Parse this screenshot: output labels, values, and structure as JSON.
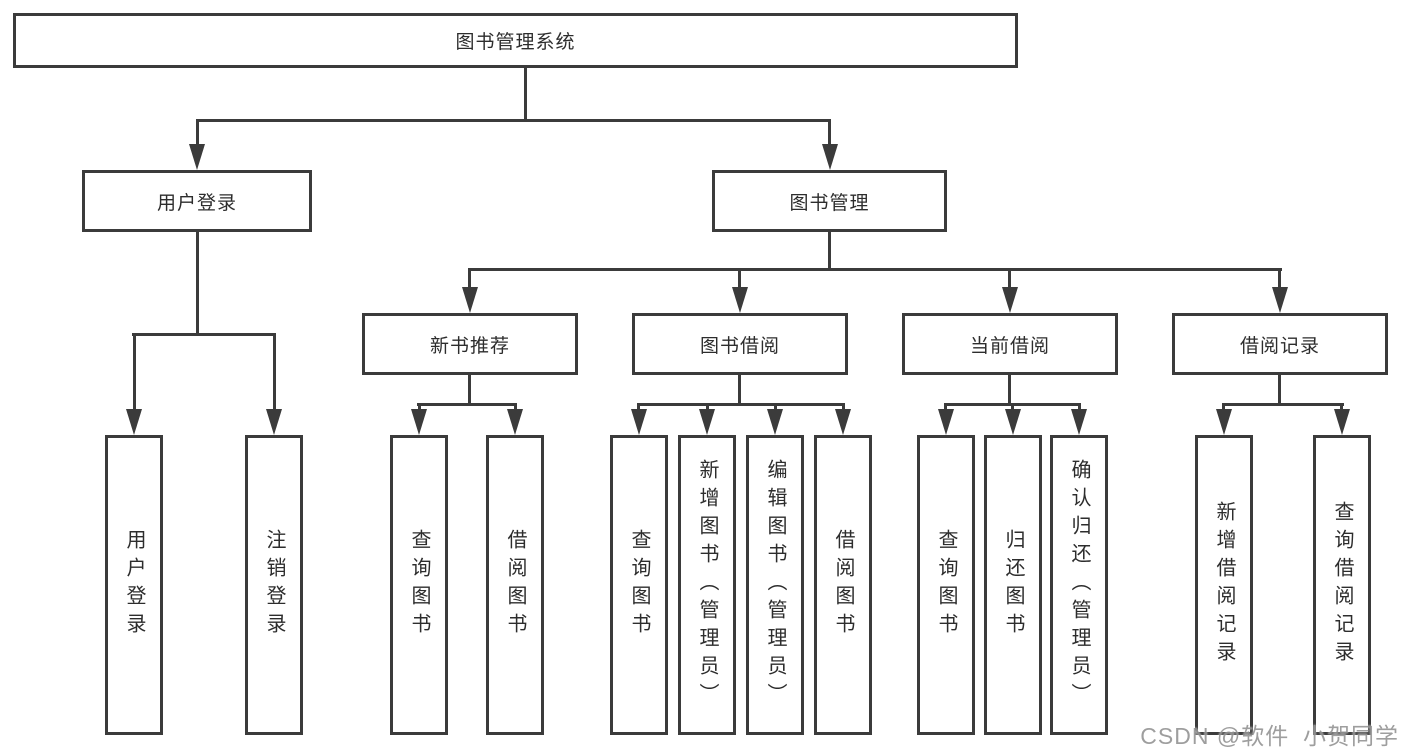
{
  "diagram": {
    "root": "图书管理系统",
    "branches": [
      {
        "label": "用户登录",
        "children": [
          "用户登录",
          "注销登录"
        ]
      },
      {
        "label": "图书管理",
        "sections": [
          {
            "label": "新书推荐",
            "children": [
              "查询图书",
              "借阅图书"
            ]
          },
          {
            "label": "图书借阅",
            "children": [
              "查询图书",
              "新增图书（管理员）",
              "编辑图书（管理员）",
              "借阅图书"
            ]
          },
          {
            "label": "当前借阅",
            "children": [
              "查询图书",
              "归还图书",
              "确认归还（管理员）"
            ]
          },
          {
            "label": "借阅记录",
            "children": [
              "新增借阅记录",
              "查询借阅记录"
            ]
          }
        ]
      }
    ]
  },
  "watermark": "CSDN @软件_小贺同学",
  "colors": {
    "line": "#3b3b3b",
    "text": "#2d2d2d",
    "watermark": "#949494",
    "background": "#ffffff"
  }
}
